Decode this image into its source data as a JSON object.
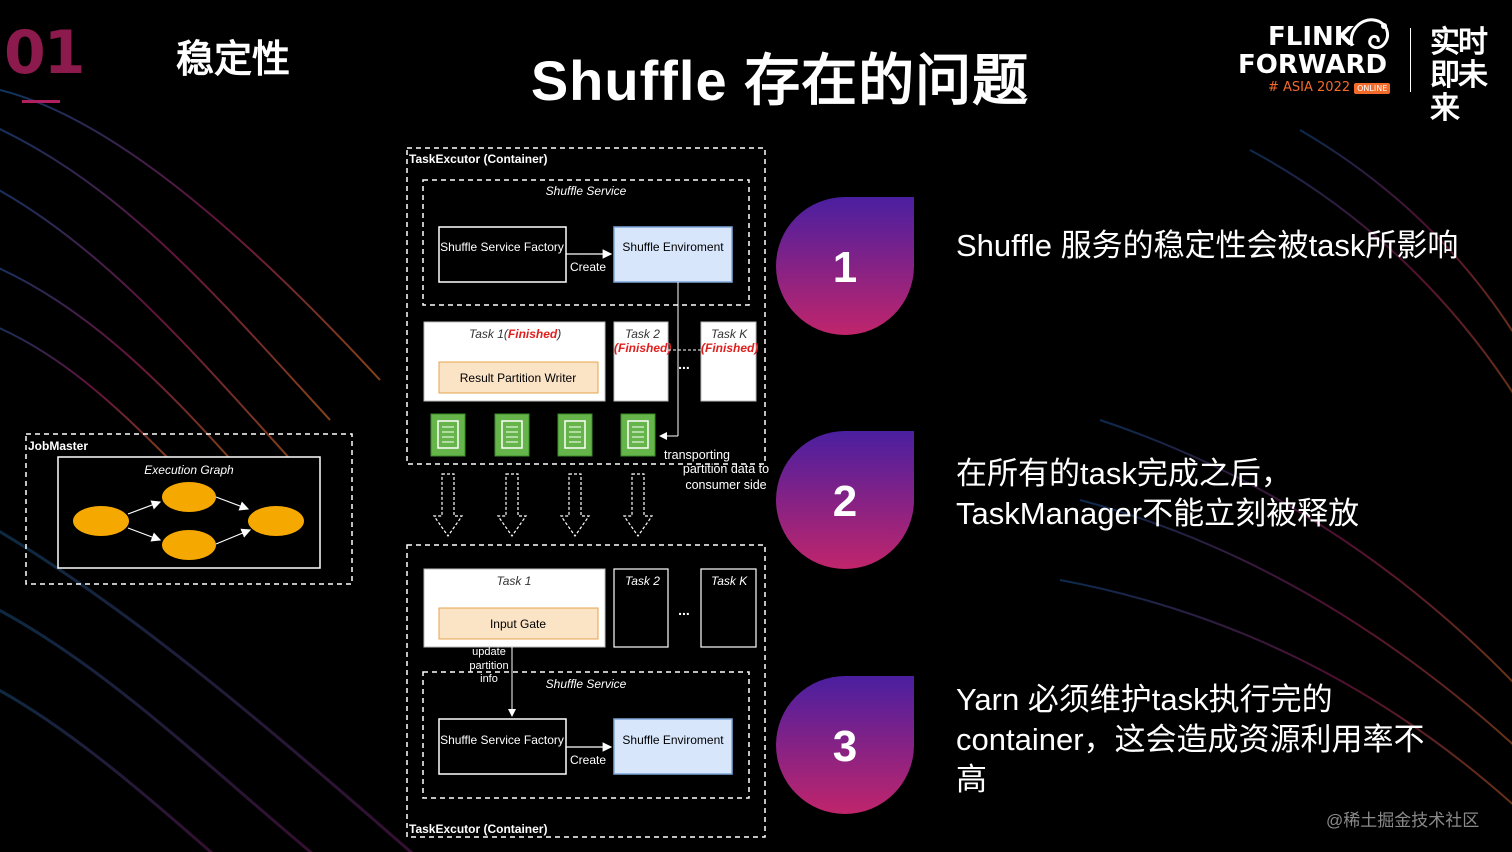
{
  "section": {
    "number": "01",
    "title": "稳定性"
  },
  "title": "Shuffle 存在的问题",
  "logo": {
    "line1": "FLINK",
    "line2": "FORWARD",
    "line3": "# ASIA 2022",
    "badge": "ONLINE",
    "slogan": "实时即未来"
  },
  "diagram": {
    "job_master": {
      "label": "JobMaster",
      "graph_label": "Execution Graph"
    },
    "top_container": {
      "label": "TaskExcutor (Container)",
      "service_label": "Shuffle Service",
      "factory": "Shuffle Service Factory",
      "environment": "Shuffle Enviroment",
      "create": "Create",
      "task1": "Task 1",
      "task2": "Task 2",
      "taskk": "Task K",
      "finished": "Finished",
      "writer": "Result Partition Writer",
      "ellipsis": "..."
    },
    "transport_note": "transporting partition data to consumer side",
    "bottom_container": {
      "label": "TaskExcutor (Container)",
      "service_label": "Shuffle Service",
      "factory": "Shuffle Service Factory",
      "environment": "Shuffle Enviroment",
      "create": "Create",
      "task1": "Task 1",
      "task2": "Task 2",
      "taskk": "Task K",
      "input_gate": "Input Gate",
      "update_note": "update partition info",
      "ellipsis": "..."
    }
  },
  "points": [
    {
      "number": "1",
      "text": "Shuffle 服务的稳定性会被task所影响"
    },
    {
      "number": "2",
      "line1": "在所有的task完成之后，",
      "line2": "TaskManager不能立刻被释放"
    },
    {
      "number": "3",
      "line1": "Yarn 必须维护task执行完的",
      "line2": "container，这会造成资源利用率不",
      "line3": "高"
    }
  ],
  "watermark": "@稀土掘金技术社区",
  "colors": {
    "accent": "#c0256b",
    "badge_start": "#3b1f8f",
    "badge_end": "#c4207a",
    "finished": "#e0201f",
    "env_fill": "#d8e6fb",
    "gate_fill": "#fbe3c6",
    "node_fill": "#f5a800",
    "doc_fill": "#66b54a"
  }
}
